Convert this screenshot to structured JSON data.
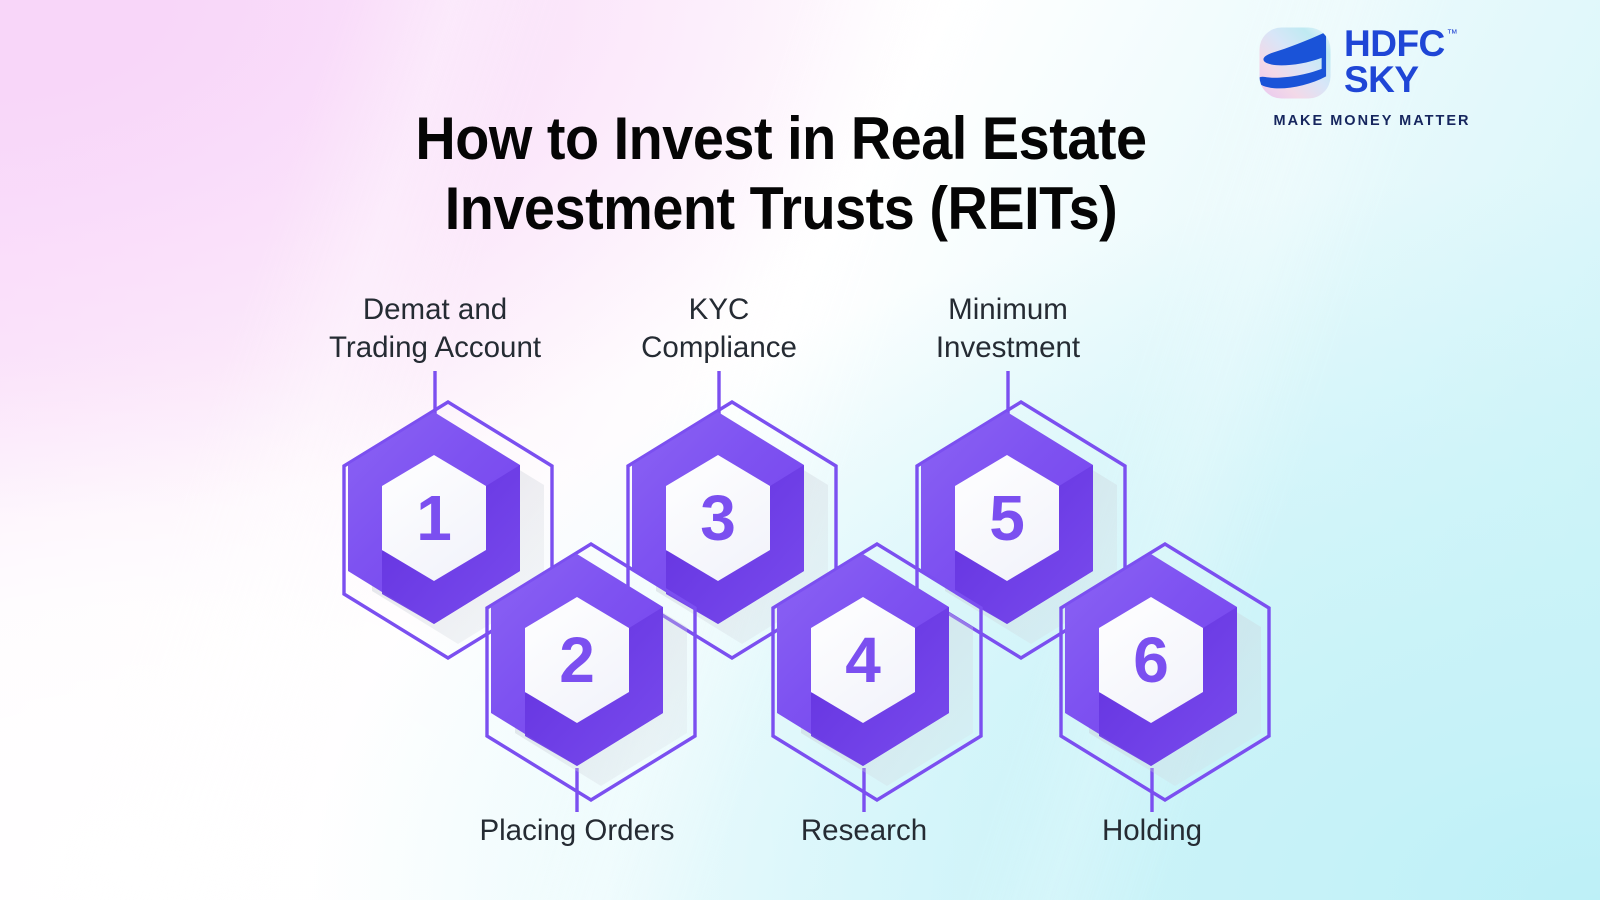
{
  "brand": {
    "name_line1": "HDFC",
    "name_line2": "SKY",
    "trademark": "™",
    "tagline": "MAKE MONEY MATTER",
    "logo_color": "#1f46d6",
    "tagline_color": "#16265e"
  },
  "title": {
    "line1": "How to Invest in Real Estate",
    "line2": "Investment Trusts (REITs)",
    "color": "#050505"
  },
  "theme": {
    "accent": "#7b4ff0",
    "accent_dark": "#6433e0",
    "accent_light": "#8a62f3",
    "label_color": "#252b33",
    "bg_pink": "#f8d6f9",
    "bg_cyan": "#c6f2f8",
    "bg_white": "#ffffff"
  },
  "steps": [
    {
      "number": "1",
      "label": "Demat and\nTrading Account",
      "label_position": "top"
    },
    {
      "number": "2",
      "label": "Placing Orders",
      "label_position": "bottom"
    },
    {
      "number": "3",
      "label": "KYC\nCompliance",
      "label_position": "top"
    },
    {
      "number": "4",
      "label": "Research",
      "label_position": "bottom"
    },
    {
      "number": "5",
      "label": "Minimum\nInvestment",
      "label_position": "top"
    },
    {
      "number": "6",
      "label": "Holding",
      "label_position": "bottom"
    }
  ]
}
